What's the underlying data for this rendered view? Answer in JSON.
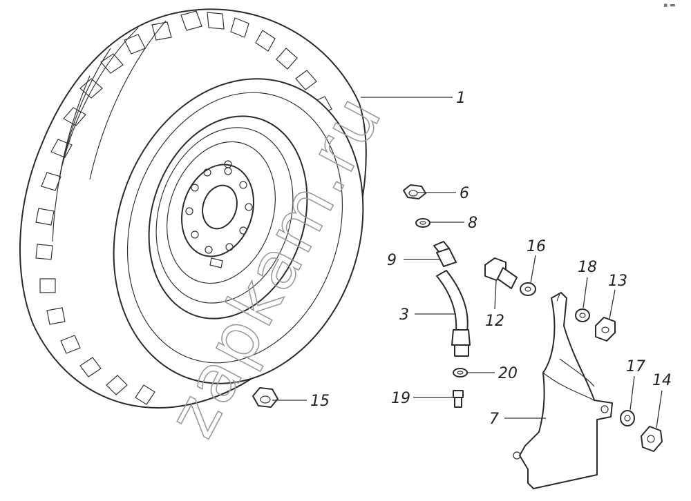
{
  "watermark": "zapkam.ru",
  "corner_mark": "▪ ▬",
  "callouts": [
    {
      "id": "1",
      "label": "1"
    },
    {
      "id": "6",
      "label": "6"
    },
    {
      "id": "8",
      "label": "8"
    },
    {
      "id": "9",
      "label": "9"
    },
    {
      "id": "16",
      "label": "16"
    },
    {
      "id": "18",
      "label": "18"
    },
    {
      "id": "13",
      "label": "13"
    },
    {
      "id": "3",
      "label": "3"
    },
    {
      "id": "12",
      "label": "12"
    },
    {
      "id": "20",
      "label": "20"
    },
    {
      "id": "19",
      "label": "19"
    },
    {
      "id": "15",
      "label": "15"
    },
    {
      "id": "7",
      "label": "7"
    },
    {
      "id": "17",
      "label": "17"
    },
    {
      "id": "14",
      "label": "14"
    }
  ]
}
